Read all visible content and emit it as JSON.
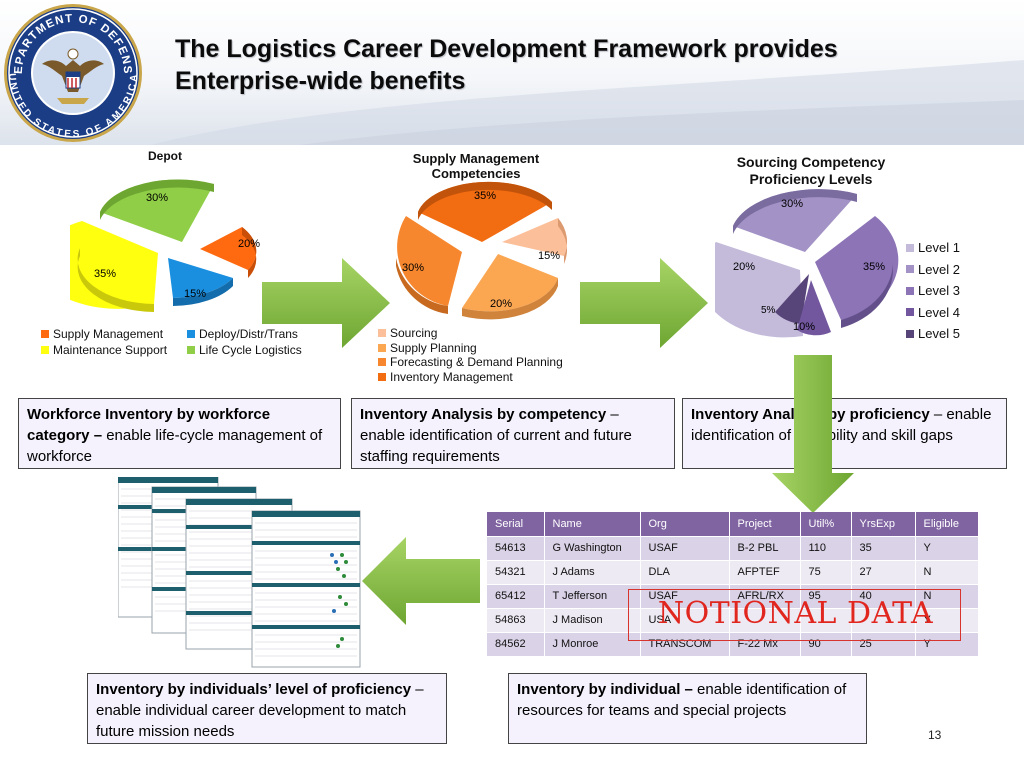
{
  "title": {
    "line1": "The Logistics Career Development Framework provides",
    "line2": "Enterprise-wide benefits"
  },
  "seal": {
    "text_top": "DEPARTMENT OF DEFENSE",
    "text_bottom": "UNITED STATES OF AMERICA"
  },
  "pies": {
    "depot": {
      "title": "Depot",
      "slice_labels": [
        "20%",
        "15%",
        "35%",
        "30%"
      ],
      "legend": [
        {
          "label": "Supply Management",
          "color": "#ff6a10"
        },
        {
          "label": "Deploy/Distr/Trans",
          "color": "#1a8fe0"
        },
        {
          "label": "Maintenance Support",
          "color": "#ffff10"
        },
        {
          "label": "Life Cycle Logistics",
          "color": "#8fce46"
        }
      ]
    },
    "supply": {
      "title": "Supply Management Competencies",
      "slice_labels": [
        "15%",
        "20%",
        "30%",
        "35%"
      ],
      "legend": [
        {
          "label": "Sourcing",
          "color": "#fbbf9a"
        },
        {
          "label": "Supply Planning",
          "color": "#fba752"
        },
        {
          "label": "Forecasting & Demand Planning",
          "color": "#f6872f"
        },
        {
          "label": "Inventory Management",
          "color": "#f26c12"
        }
      ]
    },
    "sourcing": {
      "title": "Sourcing Competency Proficiency Levels",
      "slice_labels": [
        "35%",
        "10%",
        "5%",
        "20%",
        "30%"
      ],
      "legend": [
        {
          "label": "Level 1",
          "color": "#c4bbdb"
        },
        {
          "label": "Level 2",
          "color": "#a392c6"
        },
        {
          "label": "Level 3",
          "color": "#8c74b6"
        },
        {
          "label": "Level 4",
          "color": "#72579f"
        },
        {
          "label": "Level 5",
          "color": "#574478"
        }
      ]
    }
  },
  "boxes": {
    "workforce": {
      "bold": "Workforce Inventory by workforce category –",
      "rest": " enable life-cycle management of workforce"
    },
    "competency": {
      "bold": "Inventory Analysis by competency",
      "rest": " – enable identification of current and future staffing requirements"
    },
    "proficiency": {
      "bold": "Inventory Analysis by proficiency",
      "rest": " – enable identification of capability and skill gaps"
    },
    "individuals_level": {
      "bold": "Inventory by individuals’ level of proficiency",
      "rest": " – enable individual career development to match future mission needs"
    },
    "individual": {
      "bold": "Inventory by individual –",
      "rest": " enable identification of resources for teams and special projects"
    }
  },
  "table": {
    "headers": [
      "Serial",
      "Name",
      "Org",
      "Project",
      "Util%",
      "YrsExp",
      "Eligible"
    ],
    "rows": [
      [
        "54613",
        "G Washington",
        "USAF",
        "B-2 PBL",
        "110",
        "35",
        "Y"
      ],
      [
        "54321",
        "J Adams",
        "DLA",
        "AFPTEF",
        "75",
        "27",
        "N"
      ],
      [
        "65412",
        "T Jefferson",
        "USAF",
        "AFRL/RX",
        "95",
        "40",
        "N"
      ],
      [
        "54863",
        "J Madison",
        "USA",
        "",
        "",
        "",
        "Y"
      ],
      [
        "84562",
        "J Monroe",
        "TRANSCOM",
        "F-22 Mx",
        "90",
        "25",
        "Y"
      ]
    ]
  },
  "notional_label": "NOTIONAL DATA",
  "page_number": "13",
  "colors": {
    "table_header": "#8064a2",
    "arrow_green": "#8dc63f",
    "notional_red": "#e0261e"
  }
}
